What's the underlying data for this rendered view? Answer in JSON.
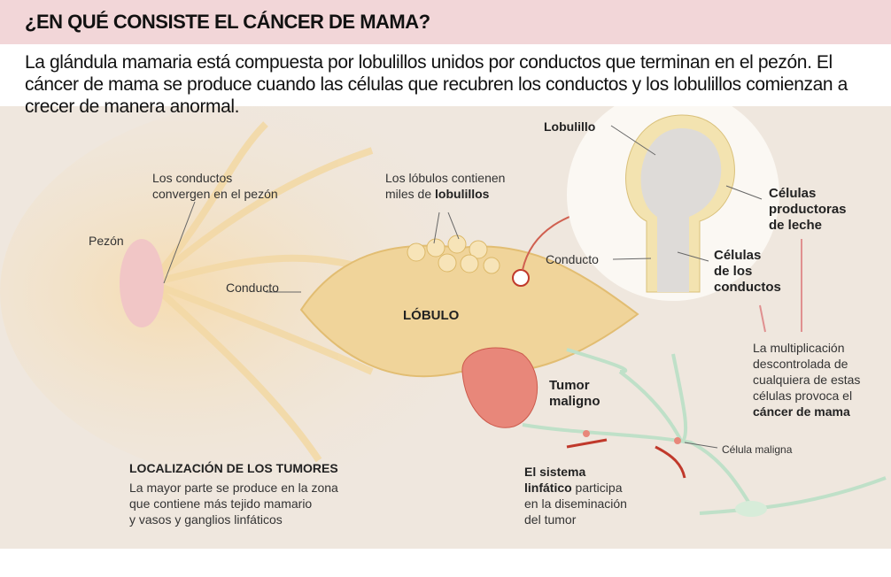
{
  "header": {
    "title": "¿EN QUÉ CONSISTE EL CÁNCER DE MAMA?"
  },
  "intro": "La glándula mamaria está compuesta por lobulillos unidos por conductos que terminan en el pezón.  El cáncer de mama se produce cuando las células que recubren los conductos y los lobulillos comienzan a crecer de manera anormal.",
  "labels": {
    "pezon": "Pezón",
    "conductos_convergen": [
      "Los conductos",
      "convergen en el pezón"
    ],
    "lobulos_contienen": [
      "Los lóbulos contienen",
      "miles de ",
      "lobulillos"
    ],
    "conducto_main": "Conducto",
    "lobulo": "LÓBULO",
    "tumor": [
      "Tumor",
      "maligno"
    ],
    "lobulillo": "Lobulillo",
    "conducto_detail": "Conducto",
    "celulas_productoras": [
      "Células",
      "productoras",
      "de leche"
    ],
    "celulas_conductos": [
      "Células",
      "de los",
      "conductos"
    ],
    "multiplicacion": [
      "La multiplicación",
      "descontrolada de",
      "cualquiera de estas",
      "células provoca el",
      "cáncer de mama"
    ],
    "celula_maligna": "Célula maligna",
    "localizacion_title": "LOCALIZACIÓN DE LOS TUMORES",
    "localizacion_text": [
      "La mayor parte se produce en la zona",
      "que contiene más tejido mamario",
      "y vasos y ganglios linfáticos"
    ],
    "linfatico": [
      "El sistema",
      "linfático",
      " participa",
      "en la diseminación",
      "del tumor"
    ]
  },
  "colors": {
    "header_bg": "#f2d6d8",
    "lobe": "#f0d49a",
    "tumor": "#e8877a",
    "lymph": "#bfe0c8",
    "arrow": "#c0392b"
  }
}
